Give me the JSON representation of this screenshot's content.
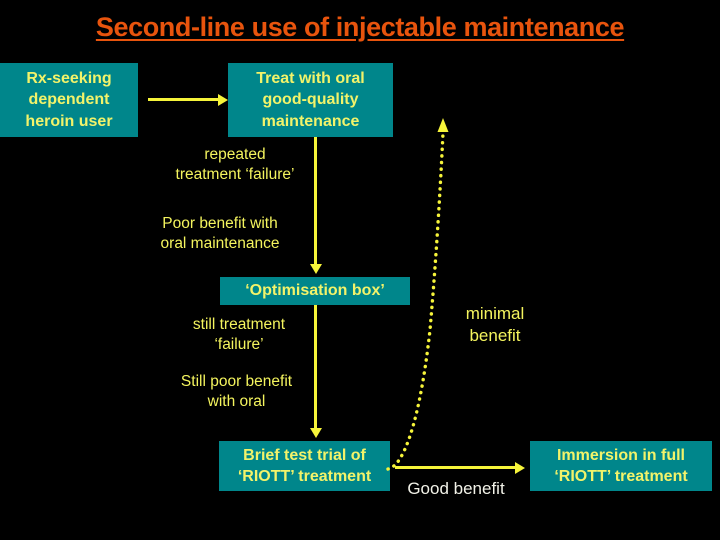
{
  "slide": {
    "title": "Second-line use of injectable maintenance",
    "title_color": "#E8540D",
    "background_color": "#000000",
    "box_fill_color": "#00868B",
    "box_text_color": "#F2F36A",
    "caption_color": "#F4F45E",
    "arrow_color": "#F6F43A"
  },
  "boxes": {
    "start": {
      "line1": "Rx-seeking",
      "line2": "dependent",
      "line3": "heroin user"
    },
    "oral_maintenance": {
      "line1": "Treat with oral",
      "line2": "good-quality",
      "line3": "maintenance"
    },
    "optimisation": {
      "line1": "‘Optimisation box’"
    },
    "brief_test": {
      "line1": "Brief test trial of",
      "line2": "‘RIOTT’ treatment"
    },
    "immersion": {
      "line1": "Immersion in full",
      "line2": "‘RIOTT’ treatment"
    }
  },
  "captions": {
    "repeated_failure": {
      "line1": "repeated",
      "line2": "treatment ‘failure’"
    },
    "poor_benefit": {
      "line1": "Poor benefit with",
      "line2": "oral maintenance"
    },
    "still_failure": {
      "line1": "still treatment",
      "line2": "‘failure’"
    },
    "still_poor_benefit": {
      "line1": "Still poor benefit",
      "line2": "with oral"
    },
    "minimal_benefit": {
      "line1": "minimal",
      "line2": "benefit"
    },
    "good_benefit": {
      "line1": "Good benefit"
    }
  }
}
